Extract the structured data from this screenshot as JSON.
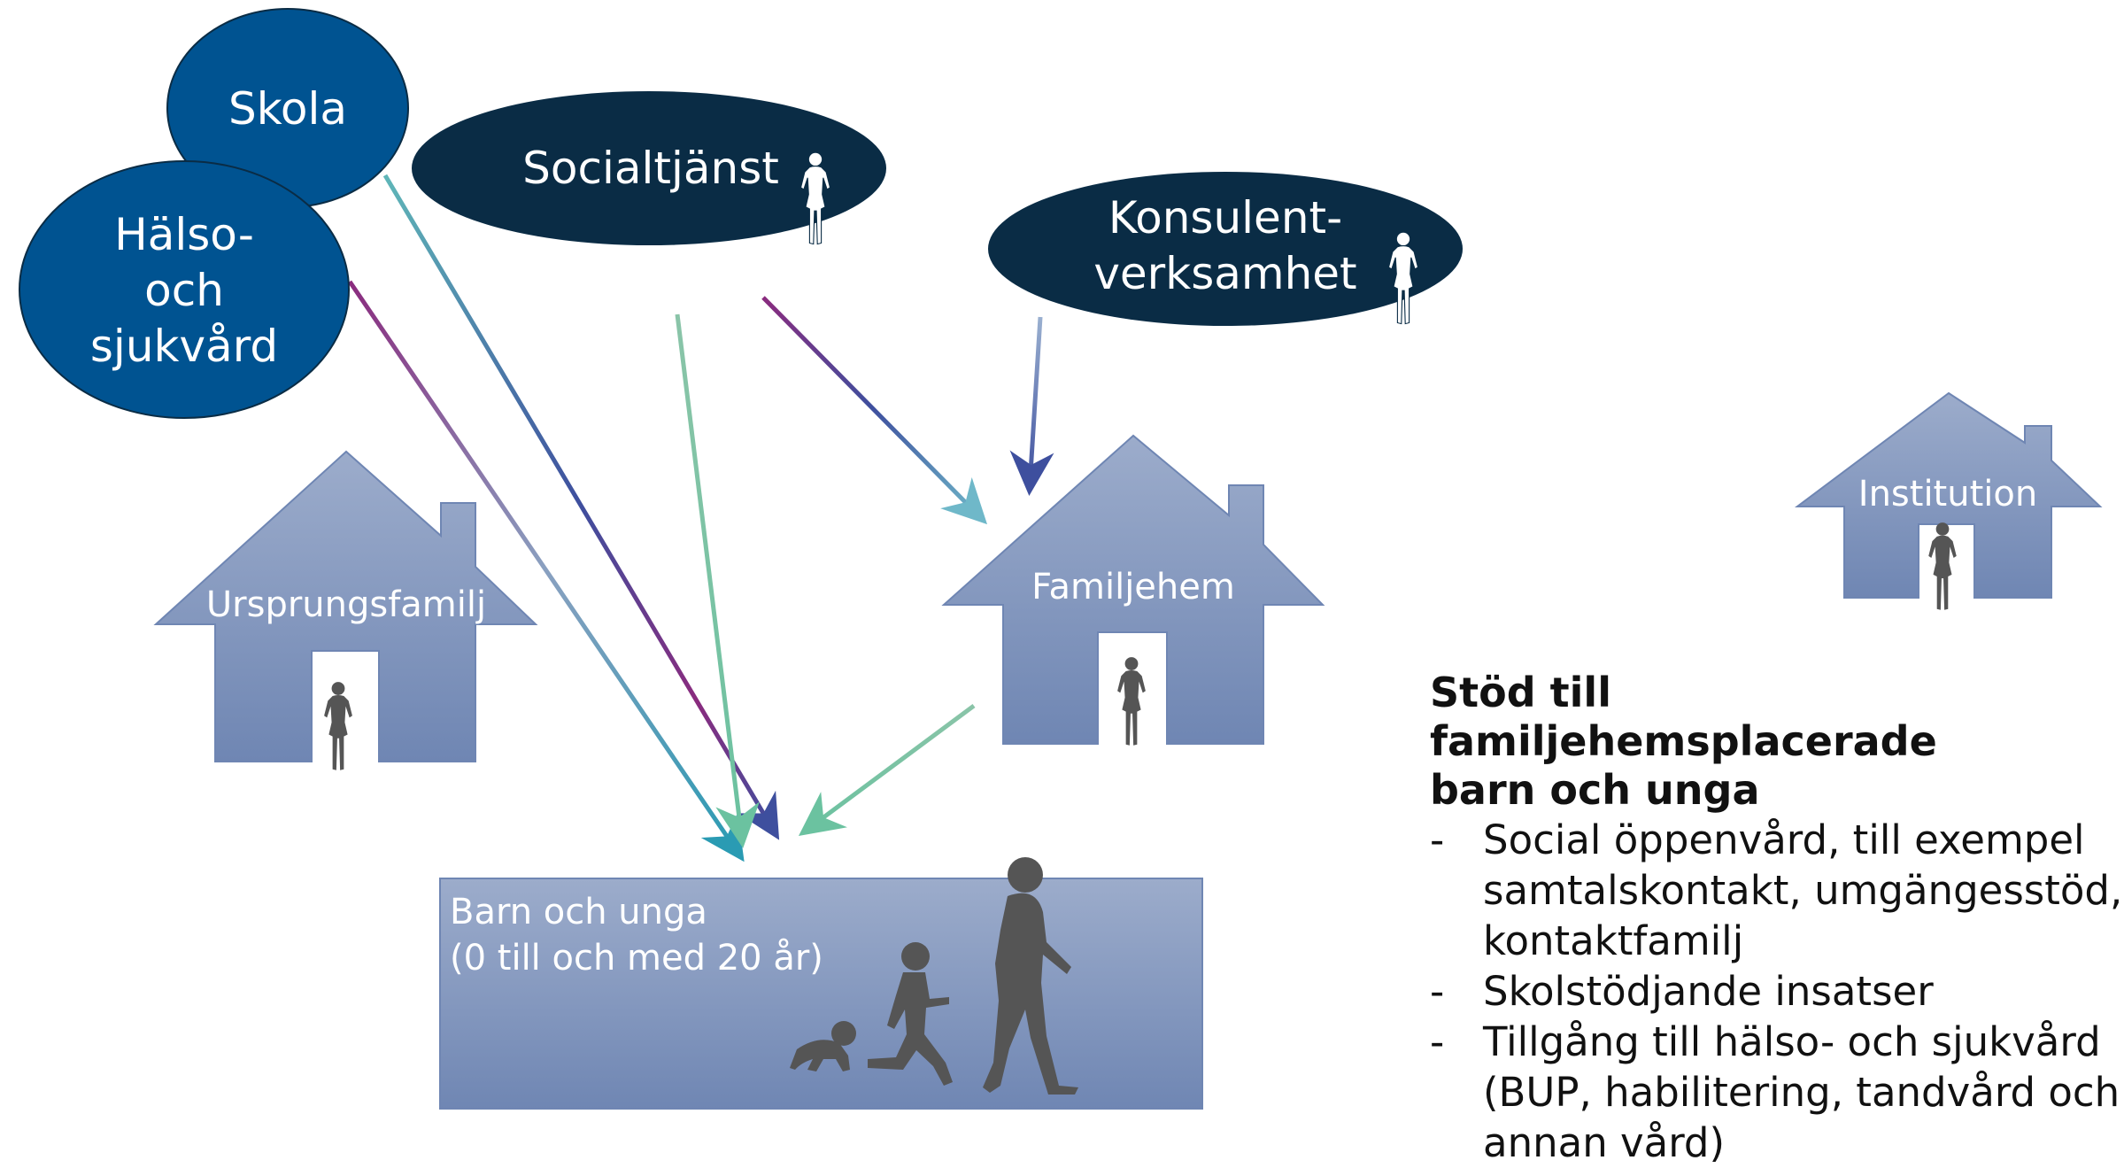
{
  "ovals": {
    "skola": "Skola",
    "halso": [
      "Hälso-",
      "och",
      "sjukvård"
    ],
    "socialtjanst": "Socialtjänst",
    "konsulent": [
      "Konsulent-",
      "verksamhet"
    ]
  },
  "houses": {
    "ursprungsfamilj": "Ursprungsfamilj",
    "familjehem": "Familjehem",
    "institution": "Institution"
  },
  "target_box": {
    "line1": "Barn och unga",
    "line2": "(0 till och med 20 år)"
  },
  "side_panel": {
    "heading_line1": "Stöd till familjehemsplacerade",
    "heading_line2": "barn och unga",
    "items": [
      {
        "line1": "Social öppenvård, till exempel",
        "line2": "samtalskontakt, umgängesstöd,",
        "line3": "kontaktfamilj"
      },
      {
        "line1": "Skolstödjande insatser"
      },
      {
        "line1": "Tillgång till hälso- och sjukvård",
        "line2": "(BUP, habilitering, tandvård och",
        "line3": "annan vård)"
      }
    ]
  },
  "colors": {
    "oval_blue": "#005391",
    "oval_navy": "#0a2c45",
    "house_top": "#9aa9c7",
    "house_bottom": "#7188b4",
    "silhouette": "#555555"
  }
}
